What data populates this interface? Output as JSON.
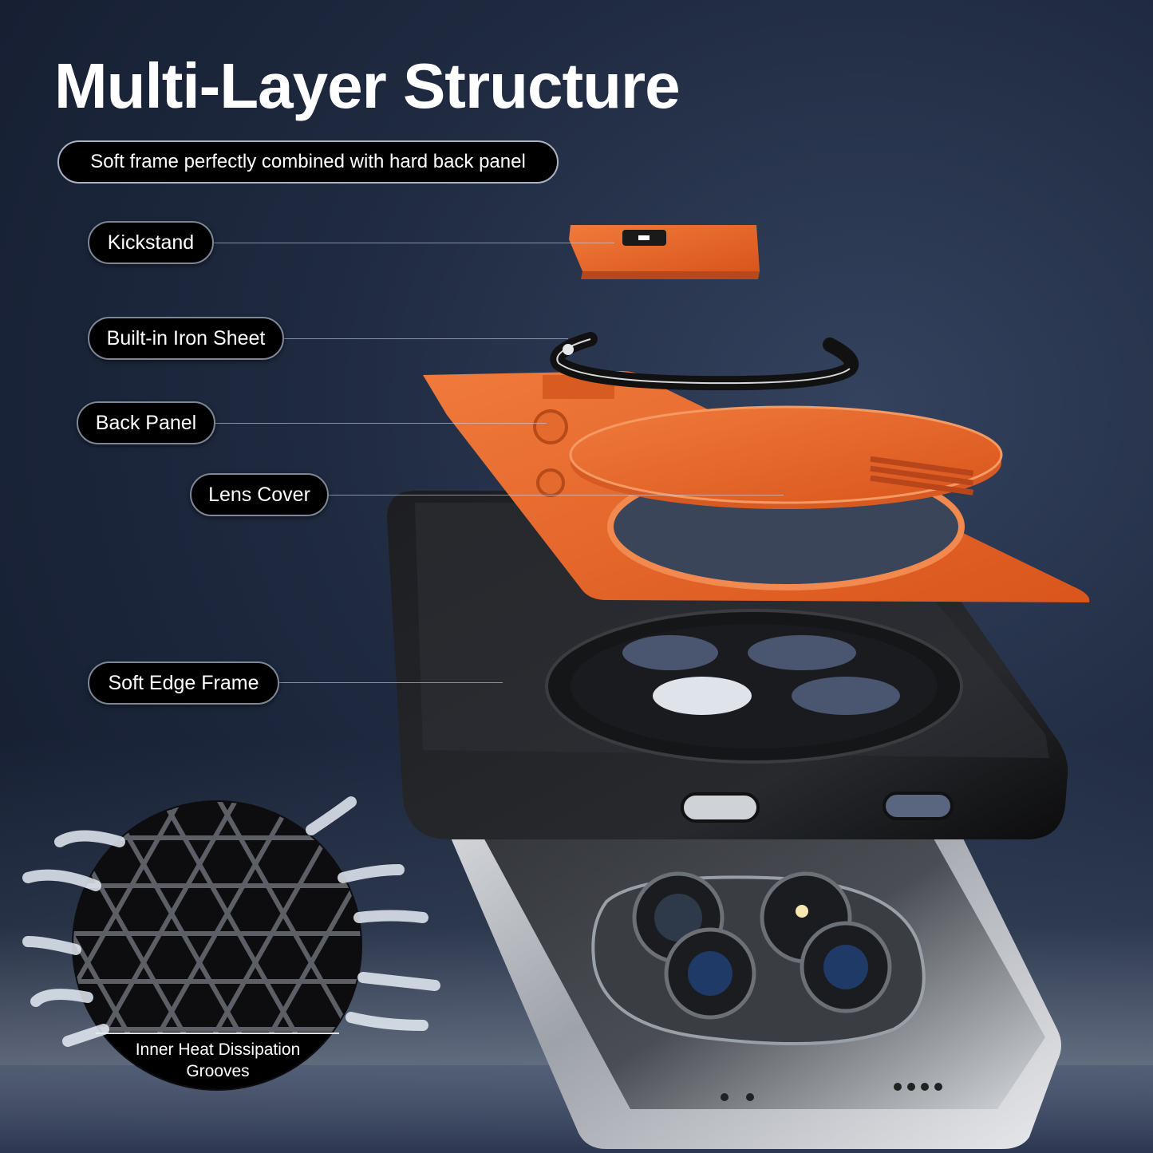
{
  "header": {
    "title": "Multi-Layer Structure",
    "subtitle": "Soft frame perfectly combined with hard back panel"
  },
  "callouts": [
    {
      "label": "Kickstand"
    },
    {
      "label": "Built-in Iron Sheet"
    },
    {
      "label": "Back Panel"
    },
    {
      "label": "Lens Cover"
    },
    {
      "label": "Soft Edge Frame"
    }
  ],
  "inset": {
    "label_line1": "Inner Heat Dissipation",
    "label_line2": "Grooves"
  },
  "colors": {
    "accent_orange": "#e5642a",
    "case_black": "#141414",
    "phone_silver": "#c9ccd1"
  }
}
